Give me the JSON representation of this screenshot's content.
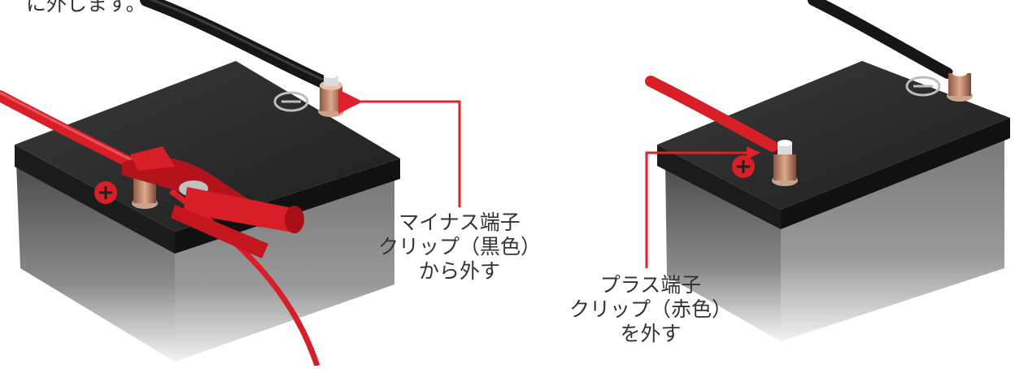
{
  "top_text": "に外します。",
  "left_callout": {
    "lines": [
      "マイナス端子",
      "クリップ（黒色）",
      "から外す"
    ]
  },
  "right_callout": {
    "lines": [
      "プラス端子",
      "クリップ（赤色）",
      "を外す"
    ]
  },
  "colors": {
    "callout_line": "#e0202a",
    "battery_top": "#2b2b2b",
    "battery_body": "#6b6b6b",
    "cable_red": "#d81e26",
    "cable_black": "#1c1c1c",
    "terminal_copper": "#c48a6a"
  },
  "icons": [
    "minus-terminal-icon",
    "plus-terminal-icon"
  ]
}
